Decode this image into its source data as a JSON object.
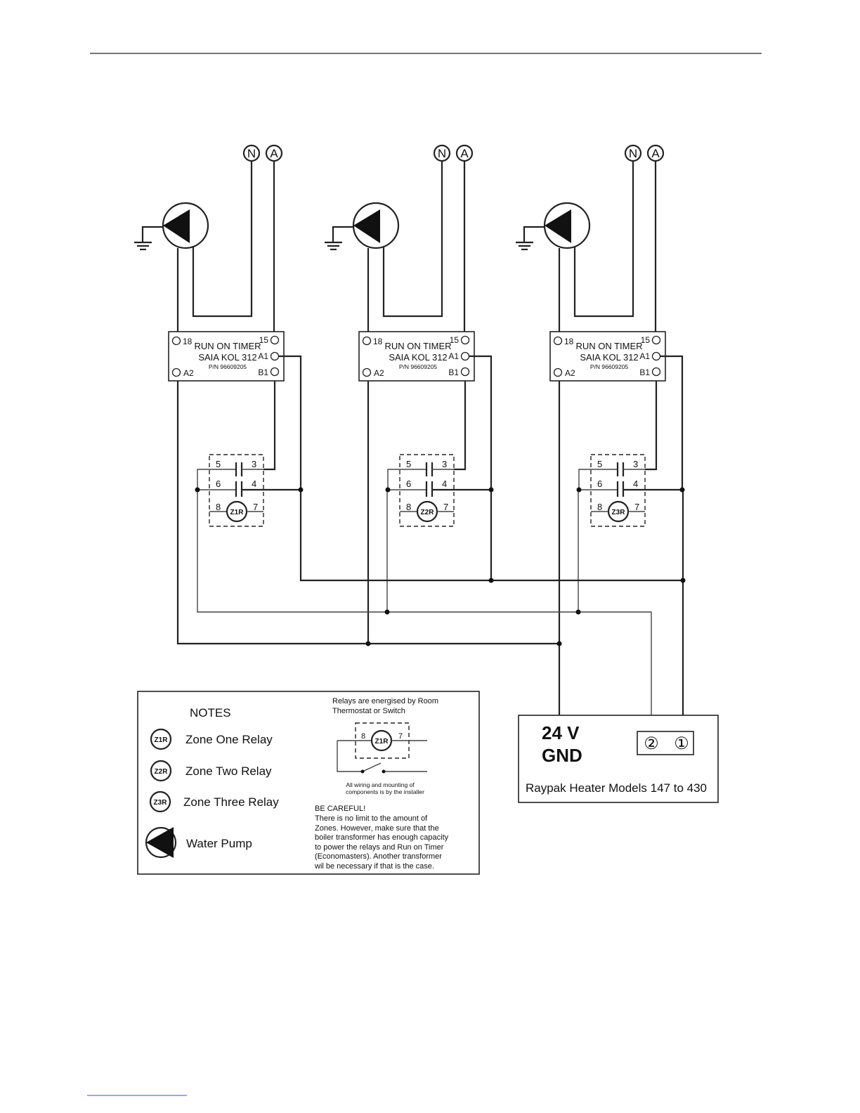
{
  "zones": [
    {
      "coil_label": "Z1R"
    },
    {
      "coil_label": "Z2R"
    },
    {
      "coil_label": "Z3R"
    }
  ],
  "supply": {
    "neutral": "N",
    "active": "A"
  },
  "timer": {
    "title": "RUN ON TIMER",
    "model": "SAIA KOL 312",
    "part_number": "P/N 96609205",
    "terminals": {
      "t18": "18",
      "t15": "15",
      "a1": "A1",
      "a2": "A2",
      "b1": "B1"
    }
  },
  "relay_terminals": {
    "t5": "5",
    "t3": "3",
    "t6": "6",
    "t4": "4",
    "t8": "8",
    "t7": "7"
  },
  "notes": {
    "heading": "NOTES",
    "legend": [
      {
        "icon": "z1r-relay-icon",
        "symbol": "Z1R",
        "label": "Zone One Relay"
      },
      {
        "icon": "z2r-relay-icon",
        "symbol": "Z2R",
        "label": "Zone Two Relay"
      },
      {
        "icon": "z3r-relay-icon",
        "symbol": "Z3R",
        "label": "Zone Three Relay"
      },
      {
        "icon": "water-pump-icon",
        "label": "Water Pump"
      }
    ],
    "relay_note_lines": [
      "Relays are energised by Room",
      "Thermostat or Switch"
    ],
    "inset_coil": "Z1R",
    "inset_terminals": {
      "t8": "8",
      "t7": "7"
    },
    "installer_note_lines": [
      "All wiring and mounting of",
      "components is by the installer"
    ],
    "careful_heading": "BE CAREFUL!",
    "careful_lines": [
      "There is no limit to the amount of",
      "Zones. However, make sure that the",
      "boiler transformer has enough capacity",
      "to power the relays and Run on Timer",
      "(Economasters). Another transformer",
      "wil be necessary if that is the case."
    ]
  },
  "heater": {
    "voltage": "24 V",
    "ground": "GND",
    "terminal_2": "②",
    "terminal_1": "①",
    "model": "Raypak Heater Models 147 to 430"
  }
}
